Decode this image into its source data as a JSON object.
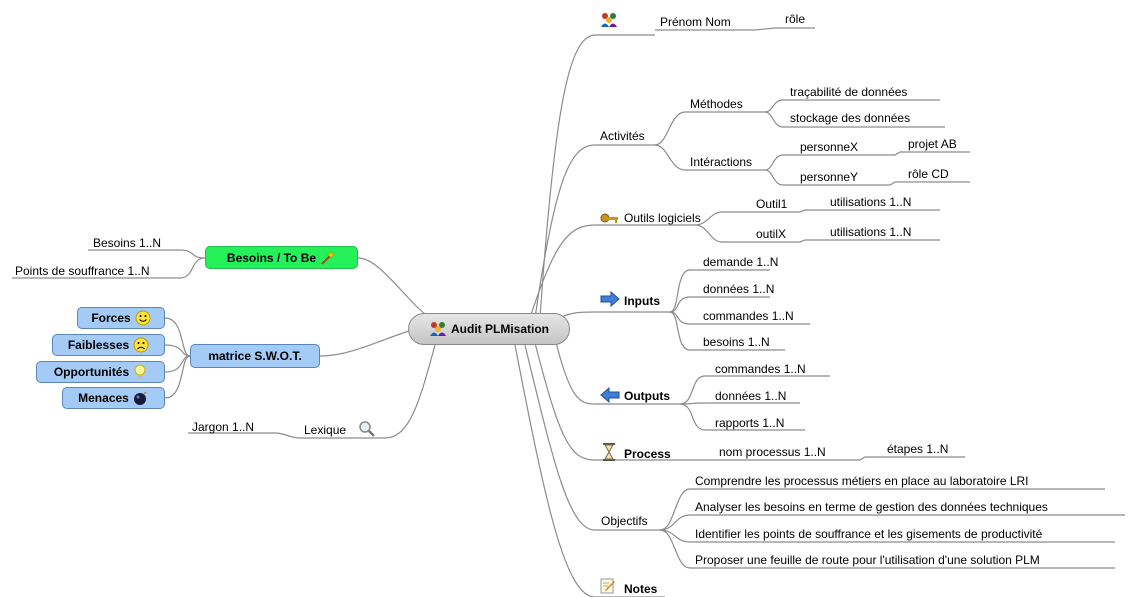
{
  "center": {
    "label": "Audit PLMisation",
    "icon": "people-group-icon"
  },
  "right": {
    "person": {
      "icon": "people-group-icon",
      "name": "Prénom Nom",
      "role": "rôle"
    },
    "activites": {
      "label": "Activités",
      "methodes": {
        "label": "Méthodes",
        "items": [
          "traçabilité de données",
          "stockage des données"
        ]
      },
      "interactions": {
        "label": "Intéractions",
        "personneX": "personneX",
        "projet": "projet AB",
        "personneY": "personneY",
        "role": "rôle CD"
      }
    },
    "outils": {
      "label": "Outils logiciels",
      "icon": "key-icon",
      "outil1": "Outil1",
      "outil1_use": "utilisations 1..N",
      "outilX": "outilX",
      "outilX_use": "utilisations 1..N"
    },
    "inputs": {
      "label": "Inputs",
      "icon": "arrow-right-icon",
      "items": [
        "demande 1..N",
        "données 1..N",
        "commandes 1..N",
        "besoins 1..N"
      ]
    },
    "outputs": {
      "label": "Outputs",
      "icon": "arrow-left-icon",
      "items": [
        "commandes 1..N",
        "données 1..N",
        "rapports 1..N"
      ]
    },
    "process": {
      "label": "Process",
      "icon": "hourglass-icon",
      "name": "nom processus 1..N",
      "etapes": "étapes 1..N"
    },
    "objectifs": {
      "label": "Objectifs",
      "items": [
        "Comprendre les processus métiers en place au laboratoire LRI",
        "Analyser les besoins en terme de gestion des données techniques",
        "Identifier les points de souffrance et les gisements de productivité",
        "Proposer une feuille de route pour l'utilisation d'une solution PLM"
      ]
    },
    "notes": {
      "label": "Notes",
      "icon": "notepad-icon"
    }
  },
  "left": {
    "besoins": {
      "label": "Besoins / To Be",
      "icon": "magic-wand-icon",
      "items": [
        "Besoins 1..N",
        "Points de souffrance 1..N"
      ]
    },
    "swot": {
      "label": "matrice S.W.O.T.",
      "items": [
        {
          "label": "Forces",
          "icon": "smiley-happy-icon"
        },
        {
          "label": "Faiblesses",
          "icon": "smiley-sad-icon"
        },
        {
          "label": "Opportunités",
          "icon": "lightbulb-icon"
        },
        {
          "label": "Menaces",
          "icon": "bomb-icon"
        }
      ]
    },
    "lexique": {
      "label": "Lexique",
      "icon": "magnifier-icon",
      "item": "Jargon 1..N"
    }
  },
  "colors": {
    "line": "#8c8c8c",
    "swot_fill": "#a3cbf6",
    "besoins_fill": "#24f05a",
    "center_fill": "#d6d6d6"
  }
}
